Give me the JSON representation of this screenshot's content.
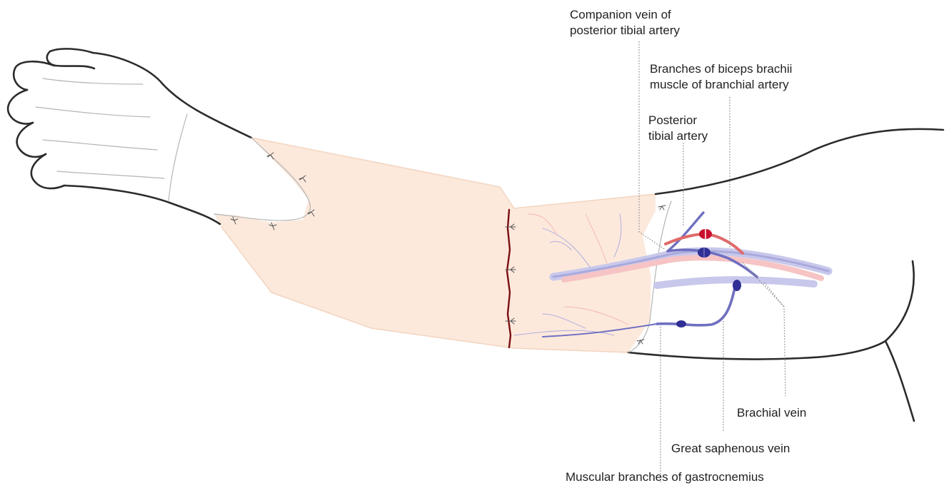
{
  "labels": {
    "companion_vein": [
      "Companion vein of",
      "posterior tibial artery"
    ],
    "biceps_branches": [
      "Branches of biceps brachii",
      "muscle of branchial artery"
    ],
    "posterior_tibial": [
      "Posterior",
      "tibial artery"
    ],
    "brachial_vein": "Brachial vein",
    "great_saphenous": "Great saphenous vein",
    "muscular_branches": "Muscular branches of gastrocnemius"
  },
  "colors": {
    "outline": "#2b2b2b",
    "skin_flap": "#fce9dc",
    "vein": "#6f6fc0",
    "vein_anastomosis": "#2f2f95",
    "artery": "#e06a6a",
    "artery_anastomosis": "#c8102e",
    "incision": "#7a1010",
    "leader_line": "#8a8a8a"
  }
}
